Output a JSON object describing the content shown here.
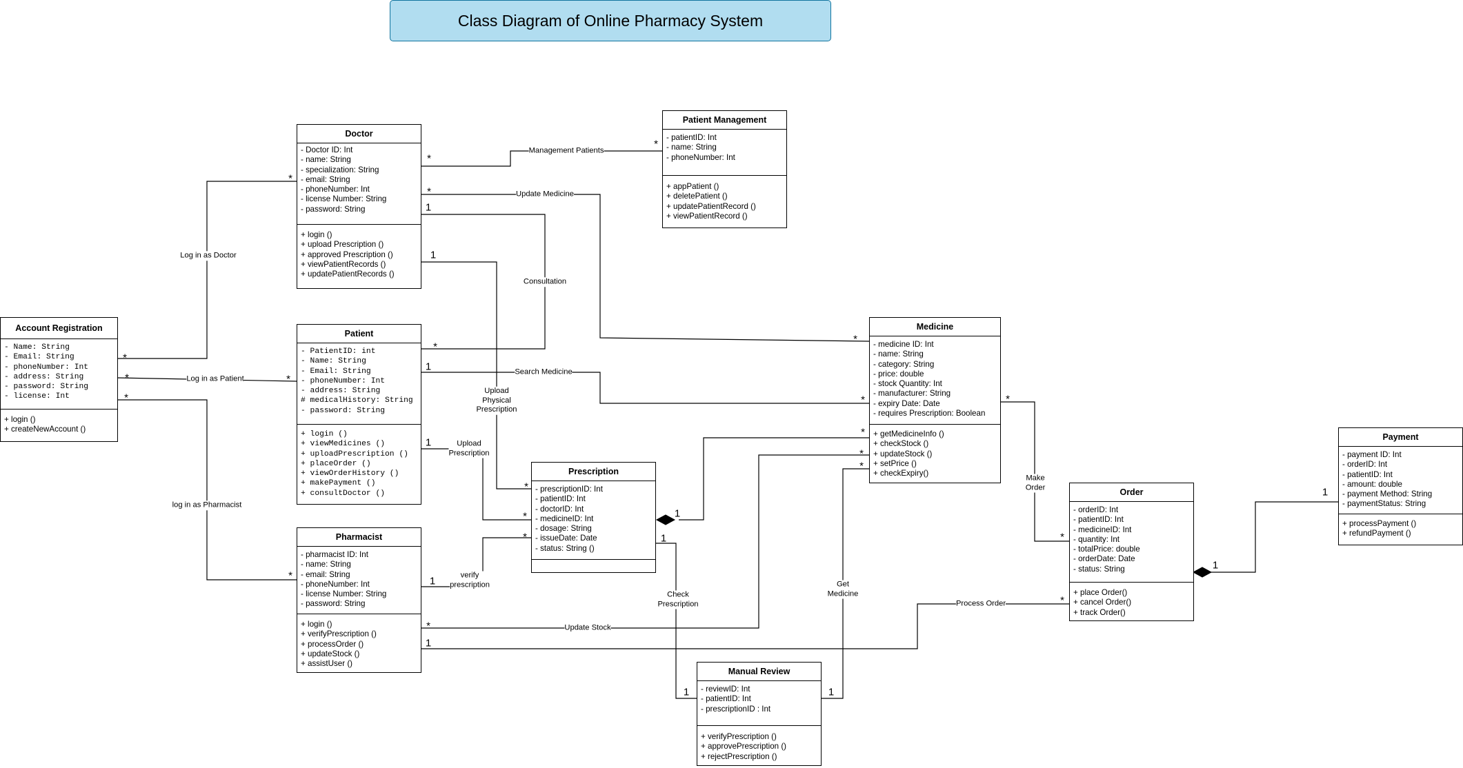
{
  "title": "Class Diagram of Online Pharmacy System",
  "classes": {
    "doctor": {
      "name": "Doctor",
      "attributes": [
        "-  Doctor ID: Int",
        "-  name: String",
        "-  specialization: String",
        "-  email: String",
        "-  phoneNumber: Int",
        "-  license Number: String",
        "-  password: String"
      ],
      "operations": [
        "+ login ()",
        "+ upload Prescription ()",
        "+ approved Prescription ()",
        "+ viewPatientRecords ()",
        "+ updatePatientRecords ()"
      ]
    },
    "patient_management": {
      "name": "Patient Management",
      "attributes": [
        "- patientID: Int",
        "- name: String",
        "- phoneNumber: Int"
      ],
      "operations": [
        "+ appPatient ()",
        "+ deletePatient ()",
        "+ updatePatientRecord ()",
        "+ viewPatientRecord ()"
      ]
    },
    "account_registration": {
      "name": "Account Registration",
      "attributes": [
        "- Name: String",
        "- Email: String",
        "- phoneNumber: Int",
        "- address: String",
        "- password: String",
        "- license: Int"
      ],
      "operations": [
        "+ login ()",
        "+ createNewAccount ()"
      ]
    },
    "patient": {
      "name": "Patient",
      "attributes": [
        "- PatientID: int",
        "- Name: String",
        "- Email: String",
        "- phoneNumber: Int",
        "- address: String",
        "# medicalHistory: String",
        "- password: String"
      ],
      "operations": [
        "+ login ()",
        "+ viewMedicines ()",
        "+ uploadPrescription ()",
        "+ placeOrder ()",
        "+ viewOrderHistory ()",
        "+ makePayment ()",
        "+ consultDoctor ()"
      ]
    },
    "medicine": {
      "name": "Medicine",
      "attributes": [
        "-  medicine ID: Int",
        "-  name: String",
        "-  category: String",
        "-  price: double",
        "-  stock Quantity: Int",
        "-  manufacturer: String",
        "-  expiry Date: Date",
        "-  requires Prescription: Boolean"
      ],
      "operations": [
        "+ getMedicineInfo ()",
        "+ checkStock ()",
        "+ updateStock ()",
        "+ setPrice ()",
        "+ checkExpiry()"
      ]
    },
    "prescription": {
      "name": "Prescription",
      "attributes": [
        "-  prescriptionID: Int",
        "-  patientID: Int",
        "-  doctorID: Int",
        "-  medicineID: Int",
        "-  dosage: String",
        "-  issueDate: Date",
        "-  status: String ()"
      ],
      "operations": []
    },
    "pharmacist": {
      "name": "Pharmacist",
      "attributes": [
        "-  pharmacist ID: Int",
        "-  name: String",
        "-  email: String",
        "-  phoneNumber: Int",
        "-  license Number: String",
        "-  password: String"
      ],
      "operations": [
        "+ login ()",
        "+ verifyPrescription ()",
        "+ processOrder ()",
        "+ updateStock ()",
        "+ assistUser ()"
      ]
    },
    "order": {
      "name": "Order",
      "attributes": [
        "-  orderID: Int",
        "-  patientID: Int",
        "-  medicineID: Int",
        "-  quantity: Int",
        "-  totalPrice: double",
        "-  orderDate: Date",
        "-  status: String"
      ],
      "operations": [
        "+ place Order()",
        "+ cancel Order()",
        "+ track Order()"
      ]
    },
    "payment": {
      "name": "Payment",
      "attributes": [
        "- payment ID: Int",
        "- orderID: Int",
        "- patientID: Int",
        "- amount: double",
        "- payment Method: String",
        "- paymentStatus: String"
      ],
      "operations": [
        "+ processPayment ()",
        "+ refundPayment ()"
      ]
    },
    "manual_review": {
      "name": "Manual Review",
      "attributes": [
        "-  reviewID: Int",
        "-  patientID: Int",
        "-  prescriptionID : Int"
      ],
      "operations": [
        "+ verifyPrescription ()",
        "+ approvePrescription ()",
        "+ rejectPrescription ()"
      ]
    }
  },
  "relationships": {
    "management_patients": {
      "label": "Management Patients",
      "m1": "*",
      "m2": "*"
    },
    "update_medicine": {
      "label": "Update Medicine",
      "m1": "*",
      "m2": "*"
    },
    "consultation": {
      "label": "Consultation",
      "m1": "1",
      "m2": "*"
    },
    "upload_physical": {
      "label": "Upload\nPhysical\nPrescription",
      "m1": "1",
      "m2": "*"
    },
    "login_doctor": {
      "label": "Log in as Doctor",
      "m1": "*",
      "m2": "*"
    },
    "login_patient": {
      "label": "Log in as Patient",
      "m1": "*",
      "m2": "*"
    },
    "login_pharmacist": {
      "label": "log in as Pharmacist",
      "m1": "*",
      "m2": "*"
    },
    "search_medicine": {
      "label": "Search Medicine",
      "m1": "1",
      "m2": "*"
    },
    "upload_prescription": {
      "label": "Upload\nPrescription",
      "m1": "1",
      "m2": "*"
    },
    "verify_prescription": {
      "label": "verify\nprescription",
      "m1": "1",
      "m2": "*"
    },
    "prescription_medicine": {
      "label": "",
      "m1": "1",
      "m2": "*"
    },
    "update_stock": {
      "label": "Update Stock",
      "m1": "*",
      "m2": "*"
    },
    "get_medicine": {
      "label": "Get\nMedicine",
      "m1": "1",
      "m2": "*"
    },
    "check_prescription": {
      "label": "Check\nPrescription",
      "m1": "1",
      "m2": "1"
    },
    "make_order": {
      "label": "Make\nOrder",
      "m1": "*",
      "m2": "*"
    },
    "process_order": {
      "label": "Process Order",
      "m1": "1",
      "m2": "*"
    },
    "payment_order": {
      "label": "",
      "m1": "1"
    }
  }
}
